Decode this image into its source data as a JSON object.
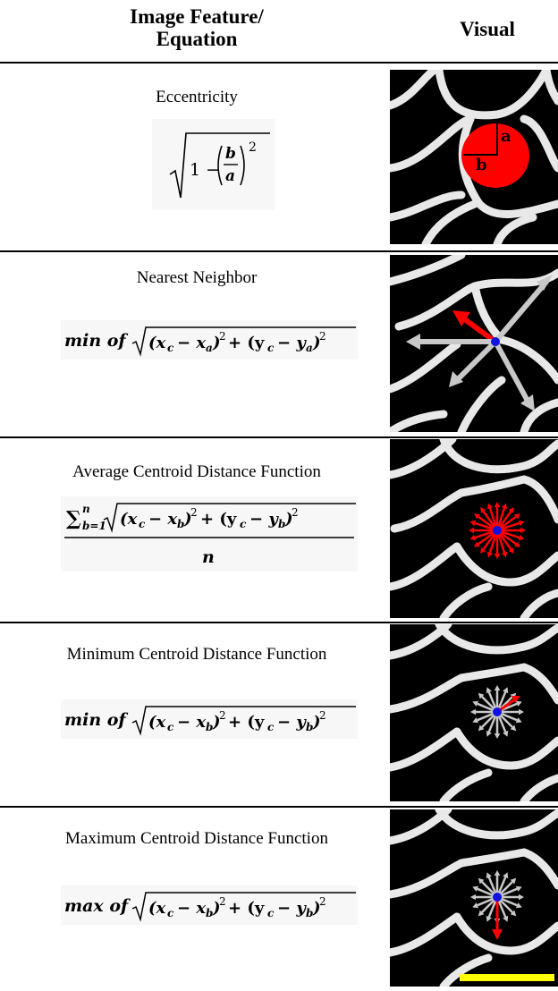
{
  "header": {
    "feature_col_line1": "Image Feature/",
    "feature_col_line2": "Equation",
    "visual_col": "Visual"
  },
  "rows": [
    {
      "feature": "Eccentricity",
      "equation": "√(1 − (b/a)²)",
      "labels": [
        "a",
        "b"
      ]
    },
    {
      "feature": "Nearest Neighbor",
      "equation": "min of √((x_c − x_a)² + (y_c − y_a)²)"
    },
    {
      "feature": "Average Centroid Distance Function",
      "equation": "∑_{b=1}^{n} √((x_c − x_b)² + (y_c − y_b)²) / n"
    },
    {
      "feature": "Minimum Centroid Distance Function",
      "equation": "min of √((x_c − x_b)² + (y_c − y_b)²)"
    },
    {
      "feature": "Maximum Centroid Distance Function",
      "equation": "max of √((x_c − x_b)² + (y_c − y_b)²)"
    }
  ],
  "colors": {
    "highlight": "#ff0000",
    "arrow_gray": "#c8c8c8",
    "centroid": "#1010e0",
    "scale_bar": "#ffff00",
    "micrograph_bg": "#000000",
    "membrane": "#e8e8e8"
  }
}
